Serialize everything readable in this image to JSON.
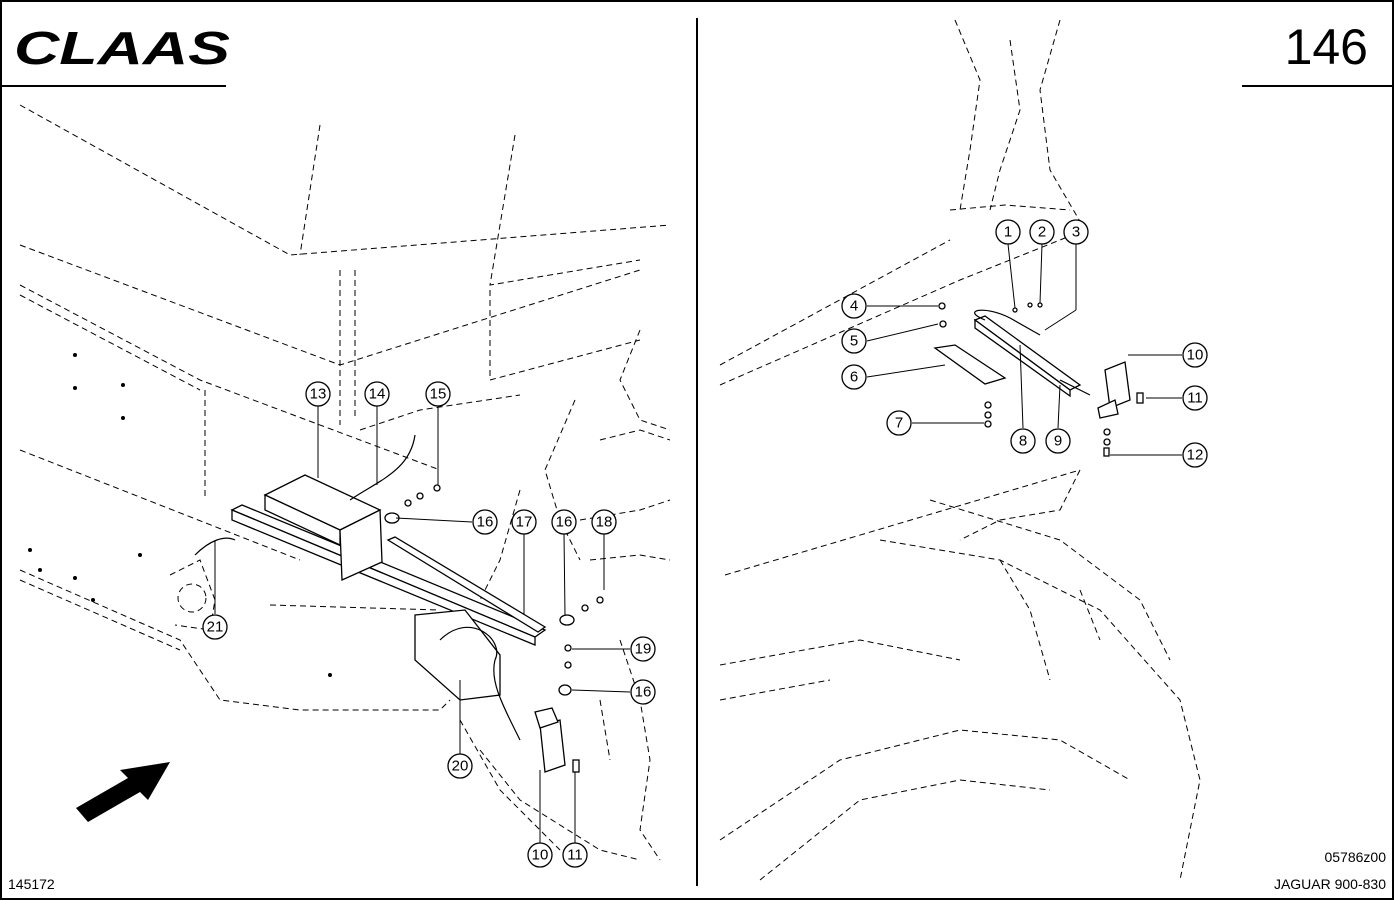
{
  "header": {
    "brand_logo": "CLAAS",
    "page_number": "146"
  },
  "footer": {
    "left_drawing_number": "145172",
    "right_drawing_number": "05786z00",
    "model_label": "JAGUAR 900-830"
  },
  "left_view": {
    "callouts": [
      "13",
      "14",
      "15",
      "16",
      "17",
      "16",
      "18",
      "19",
      "16",
      "21",
      "20",
      "10",
      "11"
    ]
  },
  "right_view": {
    "callouts": [
      "1",
      "2",
      "3",
      "4",
      "5",
      "6",
      "7",
      "8",
      "9",
      "10",
      "11",
      "12"
    ]
  },
  "icons": {
    "direction_arrow": "arrow-icon"
  }
}
